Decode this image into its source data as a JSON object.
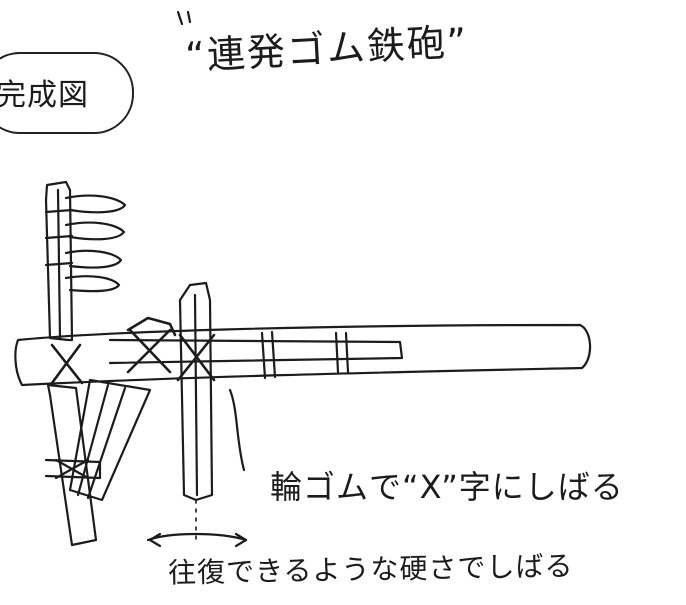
{
  "title": "“連発ゴム鉄砲”",
  "badge_text": "完成図",
  "notes": {
    "x_tie": "輪ゴムで“X”字にしばる",
    "pivot_tie": "往復できるような硬さでしばる"
  },
  "colors": {
    "ink": "#1c1c1c",
    "paper": "#ffffff"
  },
  "icons": {
    "x_mark": "x-tie-mark",
    "arrow": "double-headed-arrow"
  }
}
